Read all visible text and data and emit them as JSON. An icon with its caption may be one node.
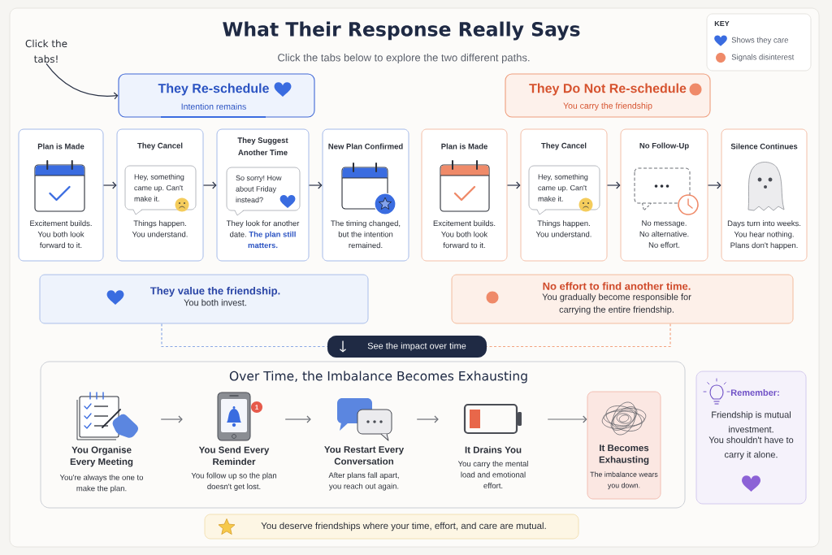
{
  "diagram": {
    "title": "What Their Response Really Says",
    "nodes": [
      {
        "text": [
          "Click the tabs!"
        ]
      },
      {
        "text": [
          "They Re-schedule",
          "Intention remains"
        ]
      },
      {
        "text": [
          "They Do Not Re-schedule",
          "You carry the friendship"
        ]
      },
      {
        "text": [
          "Plan is Made",
          "Excitement builds. You both look forward to it."
        ]
      },
      {
        "text": [
          "They Cancel",
          "Things happen. You understand."
        ]
      },
      {
        "text": [
          "Hey, something came up. Can't make it."
        ],
        "in": 4
      },
      {
        "text": [
          "They Suggest Another Time",
          "They look for another date. **The plan still matters.**"
        ]
      },
      {
        "text": [
          "So sorry! How about Friday instead?"
        ],
        "in": 6
      },
      {
        "text": [
          "New Plan Confirmed",
          "The timing changed, but the intention remained."
        ]
      },
      {
        "text": [
          "Plan is Made",
          "Excitement builds. You both look forward to it."
        ]
      },
      {
        "text": [
          "They Cancel",
          "Things happen. You understand."
        ]
      },
      {
        "text": [
          "Hey, something came up. Can't make it."
        ],
        "in": 10
      },
      {
        "text": [
          "No Follow-Up",
          "No message. No alternative. No effort."
        ]
      },
      {
        "text": [
          "Silence Continues",
          "Days turn into weeks. You hear nothing. Plans don't happen."
        ]
      },
      {
        "text": [
          "They value the friendship.",
          "You both invest."
        ]
      },
      {
        "text": [
          "No effort to find another time.",
          "You gradually become responsible for carrying the entire friendship."
        ]
      },
      {
        "text": [
          "See the impact over time"
        ]
      },
      {
        "text": [
          "Over Time, the Imbalance Becomes Exhausting"
        ]
      },
      {
        "text": [
          "You Organise Every Meeting",
          "You're always the one to make the plan."
        ],
        "in": 17
      },
      {
        "text": [
          "You Send Every Reminder",
          "You follow up so the plan doesn't get lost."
        ],
        "in": 17
      },
      {
        "text": [
          "You Restart Every Conversation",
          "After plans fall apart, you reach out again."
        ],
        "in": 17
      },
      {
        "text": [
          "It Drains You",
          "You carry the mental load and emotional effort."
        ],
        "in": 17
      },
      {
        "text": [
          "It Becomes Exhausting",
          "The imbalance wears you down."
        ],
        "in": 17
      },
      {
        "text": [
          "Remember:",
          "Friendship is mutual investment.",
          "You shouldn't have to carry it alone."
        ]
      },
      {
        "text": [
          "You deserve friendships where your time, effort, and care are mutual."
        ]
      }
    ],
    "edges": [
      {
        "from": 0,
        "to": 1,
        "arrow": "to"
      },
      {
        "from": 3,
        "to": 4,
        "arrow": "to"
      },
      {
        "from": 4,
        "to": 6,
        "arrow": "to"
      },
      {
        "from": 6,
        "to": 8,
        "arrow": "to"
      },
      {
        "from": 9,
        "to": 10,
        "arrow": "to"
      },
      {
        "from": 10,
        "to": 12,
        "arrow": "to"
      },
      {
        "from": 12,
        "to": 13,
        "arrow": "to"
      },
      {
        "from": 14,
        "to": 16,
        "arrow": "none",
        "style": "dashed",
        "color": "#8aa8e4"
      },
      {
        "from": 15,
        "to": 16,
        "arrow": "none",
        "style": "dashed",
        "color": "#f2a27f"
      },
      {
        "from": 18,
        "to": 19,
        "arrow": "to",
        "color": "#6b6e75"
      },
      {
        "from": 19,
        "to": 20,
        "arrow": "to",
        "color": "#6b6e75"
      },
      {
        "from": 20,
        "to": 21,
        "arrow": "to",
        "color": "#6b6e75"
      },
      {
        "from": 21,
        "to": 22,
        "arrow": "to",
        "color": "#6b6e75"
      }
    ],
    "labels": [
      "Click the tabs below to explore the two different paths.",
      "KEY",
      "1"
    ],
    "legend": [
      {
        "text": "Shows they care",
        "color": "#3a6ce0"
      },
      {
        "text": "Signals disinterest",
        "color": "#ef8a69"
      }
    ]
  }
}
